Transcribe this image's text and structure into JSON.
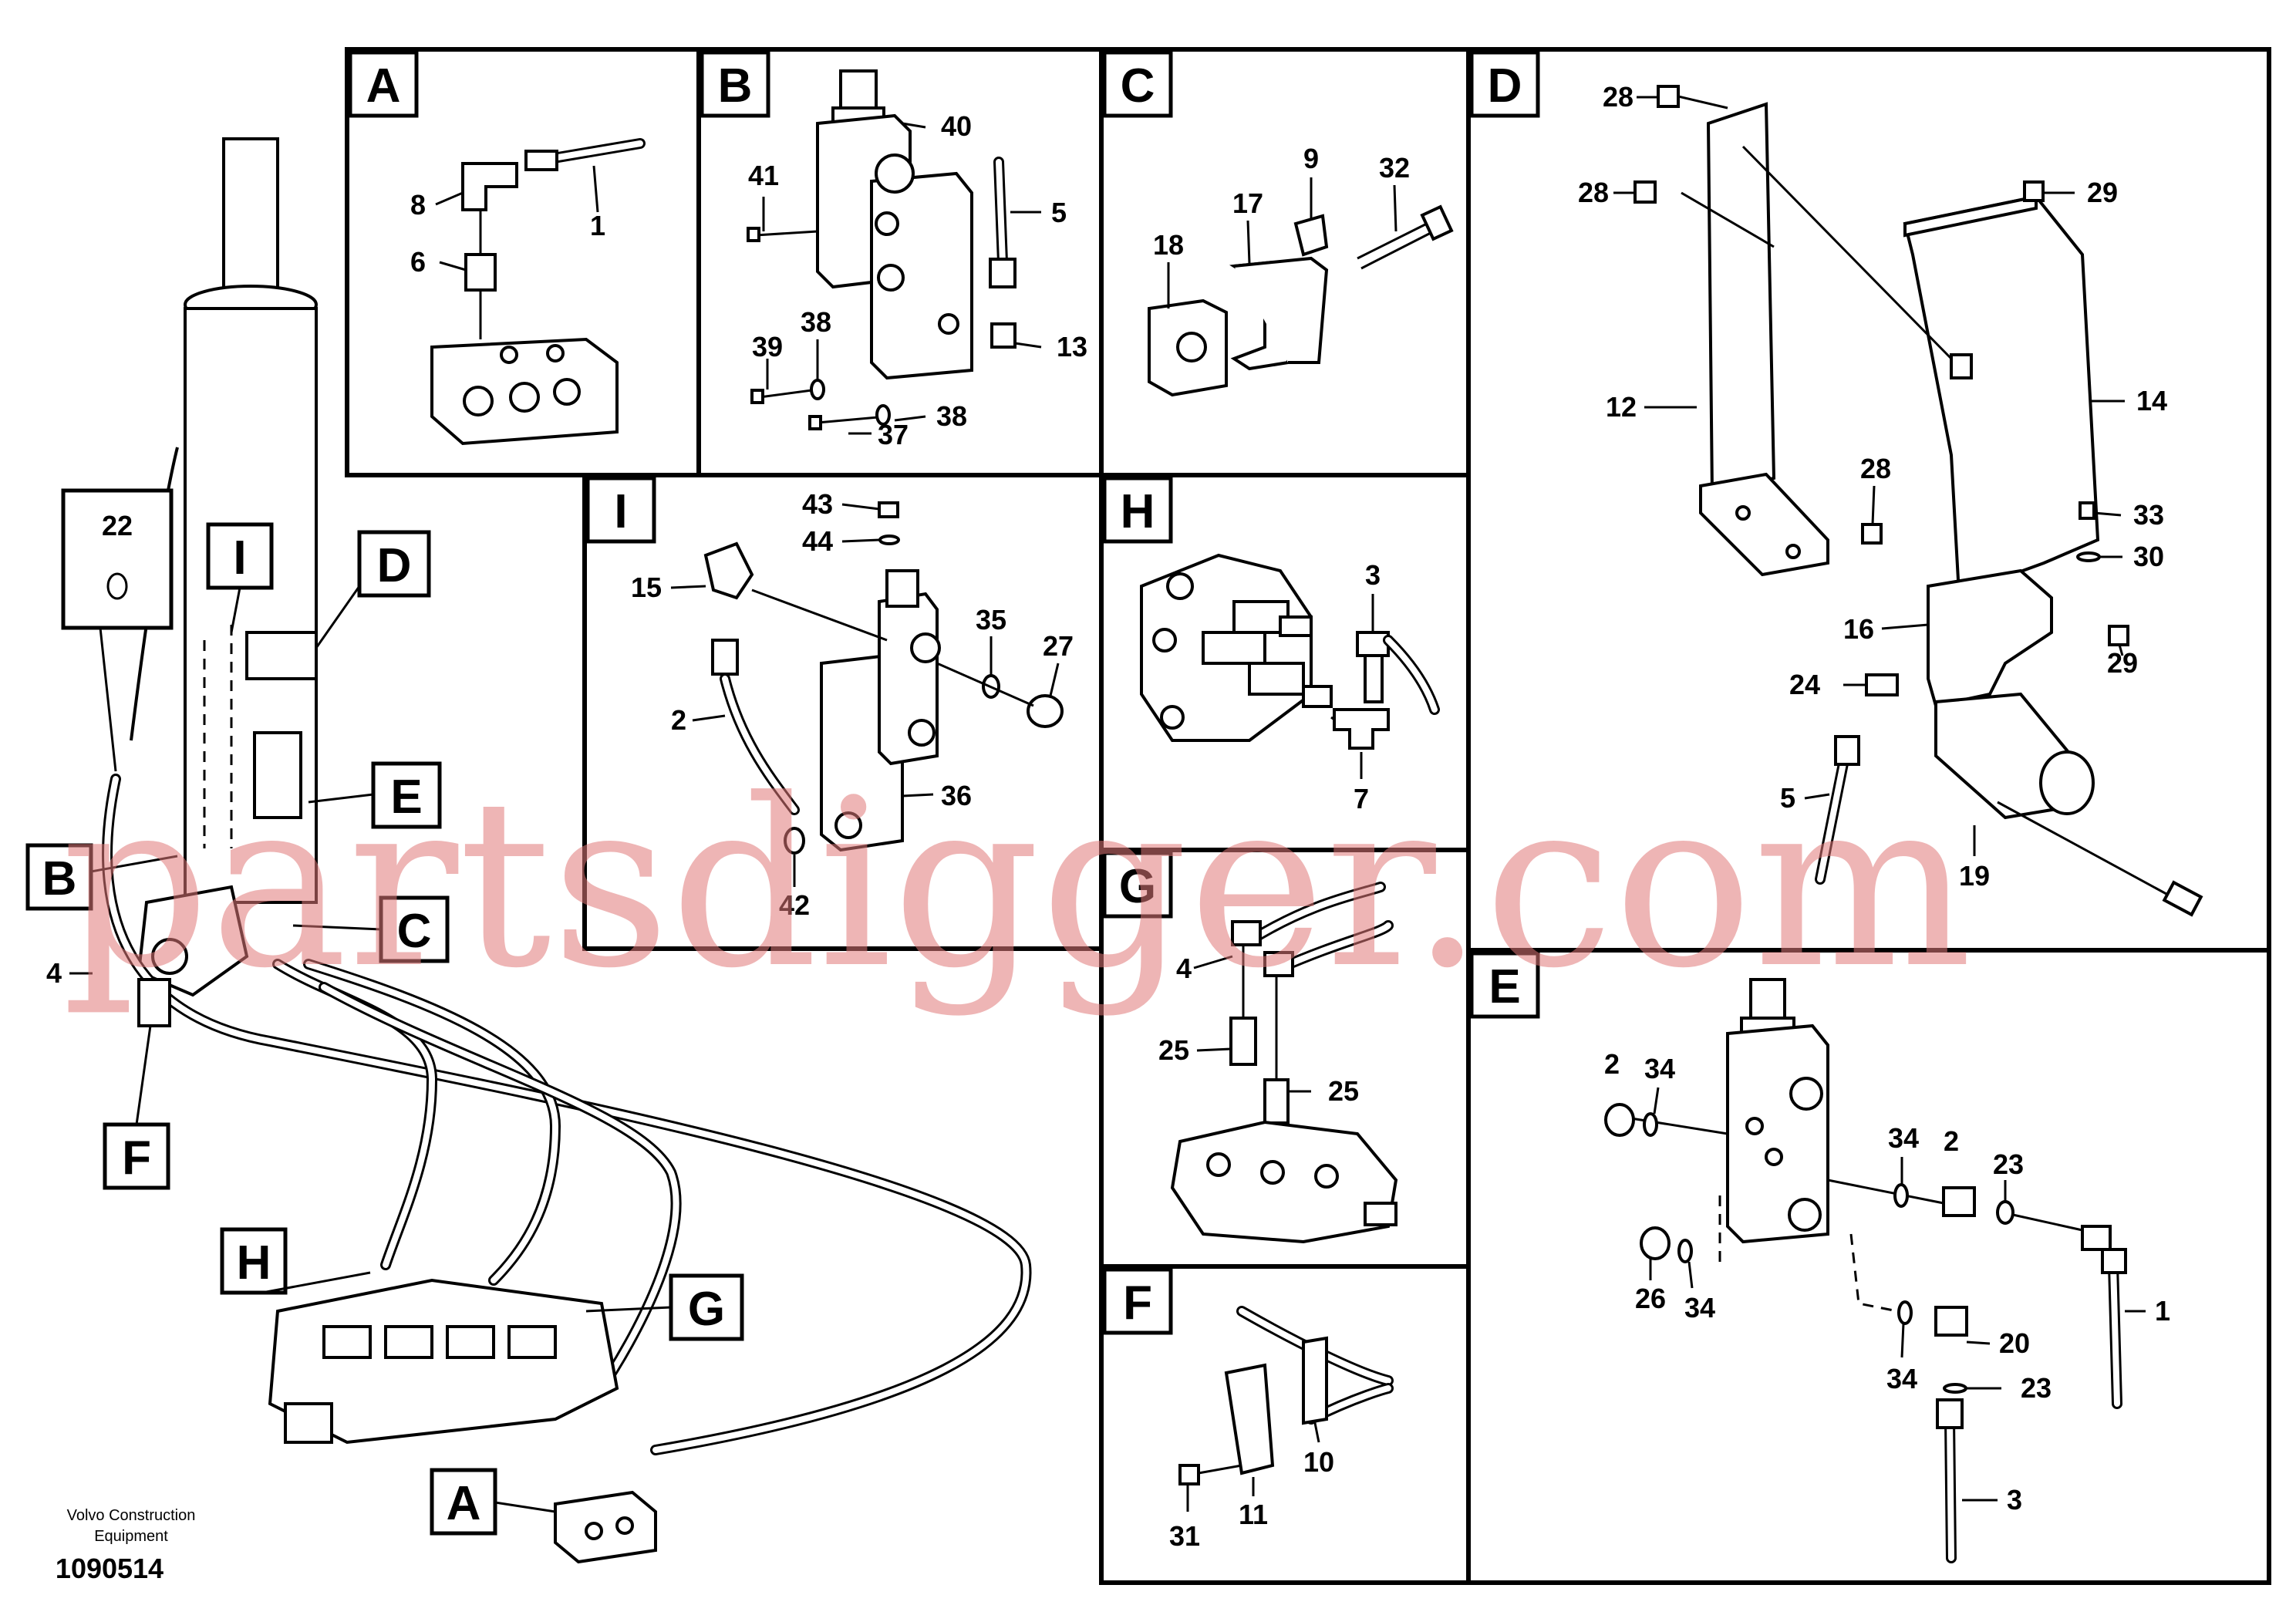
{
  "panels": {
    "A": {
      "tag": "A",
      "labels": [
        "1",
        "6",
        "8"
      ]
    },
    "B": {
      "tag": "B",
      "labels": [
        "40",
        "41",
        "5",
        "38",
        "39",
        "13",
        "37",
        "38"
      ]
    },
    "C": {
      "tag": "C",
      "labels": [
        "9",
        "32",
        "17",
        "18"
      ]
    },
    "D": {
      "tag": "D",
      "labels": [
        "28",
        "28",
        "29",
        "12",
        "14",
        "28",
        "33",
        "30",
        "16",
        "29",
        "24",
        "5",
        "19"
      ]
    },
    "I": {
      "tag": "I",
      "labels": [
        "43",
        "44",
        "15",
        "35",
        "27",
        "2",
        "36",
        "42"
      ]
    },
    "H": {
      "tag": "H",
      "labels": [
        "3",
        "7"
      ]
    },
    "G": {
      "tag": "G",
      "labels": [
        "4",
        "25",
        "25"
      ]
    },
    "F": {
      "tag": "F",
      "labels": [
        "10",
        "11",
        "31"
      ]
    },
    "E": {
      "tag": "E",
      "labels": [
        "2",
        "34",
        "34",
        "2",
        "23",
        "26",
        "34",
        "20",
        "1",
        "34",
        "23",
        "3"
      ]
    }
  },
  "overview": {
    "tags": {
      "I": "I",
      "D": "D",
      "E": "E",
      "B": "B",
      "C": "C",
      "F": "F",
      "H": "H",
      "G": "G",
      "A": "A"
    },
    "labels": {
      "part22": "22",
      "part4": "4"
    }
  },
  "footer": {
    "company_line1": "Volvo Construction",
    "company_line2": "Equipment",
    "drawing_number": "1090514"
  },
  "watermark": "partsdigger.com"
}
